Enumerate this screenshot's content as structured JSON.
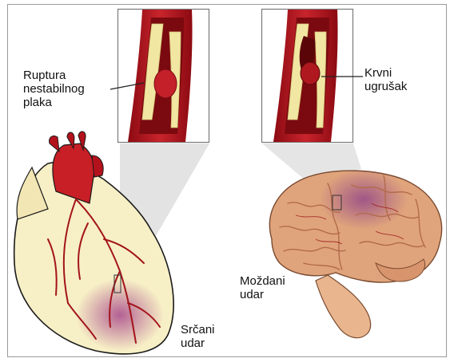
{
  "labels": {
    "plaque_rupture": [
      "Ruptura",
      "nestabilnog",
      "plaka"
    ],
    "blood_clot": [
      "Krvni",
      "ugrušak"
    ],
    "stroke": [
      "Moždani",
      "udar"
    ],
    "heart_attack": [
      "Srčani",
      "udar"
    ]
  },
  "colors": {
    "artery_red": "#b3121c",
    "lumen_dark": "#7a0a10",
    "plaque_yellow": "#f1e6a2",
    "heart_tissue": "#f7efc6",
    "infarct_purple": "#a8488a",
    "brain_tan": "#e0a47c",
    "brain_fold": "#b36a4a"
  },
  "icons": [
    "artery-plaque-inset",
    "artery-clot-inset",
    "heart-illustration",
    "brain-illustration"
  ]
}
